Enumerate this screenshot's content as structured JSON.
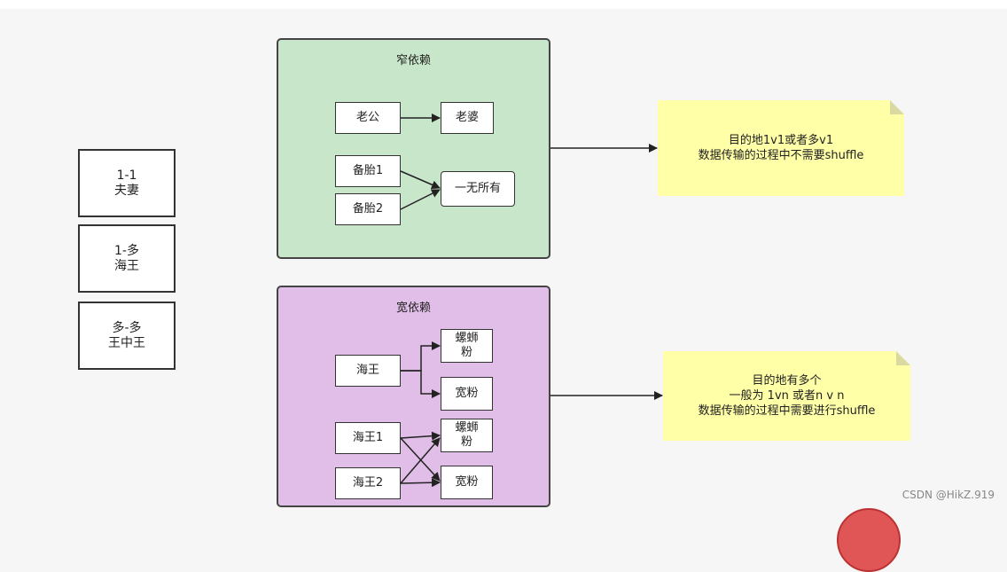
{
  "relations": [
    {
      "line1": "1-1",
      "line2": "夫妻"
    },
    {
      "line1": "1-多",
      "line2": "海王"
    },
    {
      "line1": "多-多",
      "line2": "王中王"
    }
  ],
  "narrow": {
    "title": "窄依赖",
    "husband": "老公",
    "wife": "老婆",
    "backup1": "备胎1",
    "backup2": "备胎2",
    "nothing": "一无所有"
  },
  "wide": {
    "title": "宽依赖",
    "king": "海王",
    "fan_a_line1": "螺蛳",
    "fan_a_line2": "粉",
    "fan_b": "宽粉",
    "king1": "海王1",
    "king2": "海王2",
    "fan_c_line1": "螺蛳",
    "fan_c_line2": "粉",
    "fan_d": "宽粉"
  },
  "notes": {
    "narrow_note": [
      "目的地1v1或者多v1",
      "数据传输的过程中不需要shuffle"
    ],
    "wide_note": [
      "目的地有多个",
      "一般为 1vn  或者n v n",
      "数据传输的过程中需要进行shuffle"
    ]
  },
  "watermark": "CSDN @HikZ.919",
  "colors": {
    "narrow_fill": "#c8e6c9",
    "wide_fill": "#e1bee7",
    "note_fill": "#ffffa8"
  }
}
